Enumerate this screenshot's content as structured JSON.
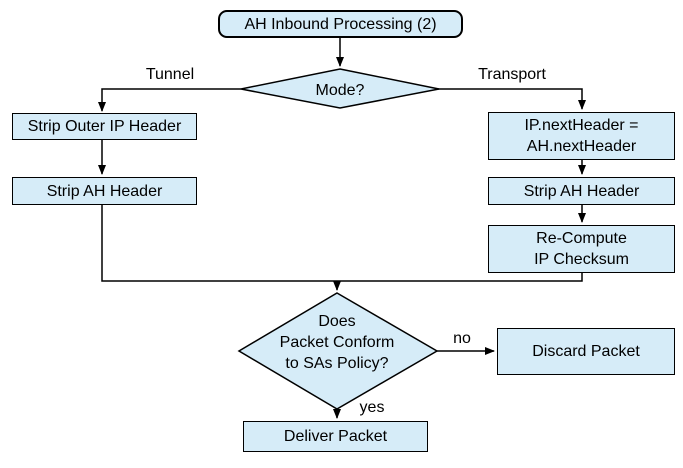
{
  "diagram": {
    "colors": {
      "node_fill": "#d6ecf8",
      "node_border": "#000000",
      "line": "#000000",
      "background": "#ffffff"
    },
    "nodes": {
      "start": {
        "label": "AH Inbound Processing (2)"
      },
      "mode": {
        "label": "Mode?"
      },
      "strip_outer_ip": {
        "label": "Strip Outer IP Header"
      },
      "strip_ah_left": {
        "label": "Strip AH Header"
      },
      "ip_next_header": {
        "line1": "IP.nextHeader =",
        "line2": "AH.nextHeader"
      },
      "strip_ah_right": {
        "label": "Strip AH Header"
      },
      "recompute": {
        "line1": "Re-Compute",
        "line2": "IP Checksum"
      },
      "policy": {
        "line1": "Does",
        "line2": "Packet Conform",
        "line3": "to SAs Policy?"
      },
      "discard": {
        "label": "Discard Packet"
      },
      "deliver": {
        "label": "Deliver Packet"
      }
    },
    "edge_labels": {
      "tunnel": "Tunnel",
      "transport": "Transport",
      "no": "no",
      "yes": "yes"
    }
  }
}
